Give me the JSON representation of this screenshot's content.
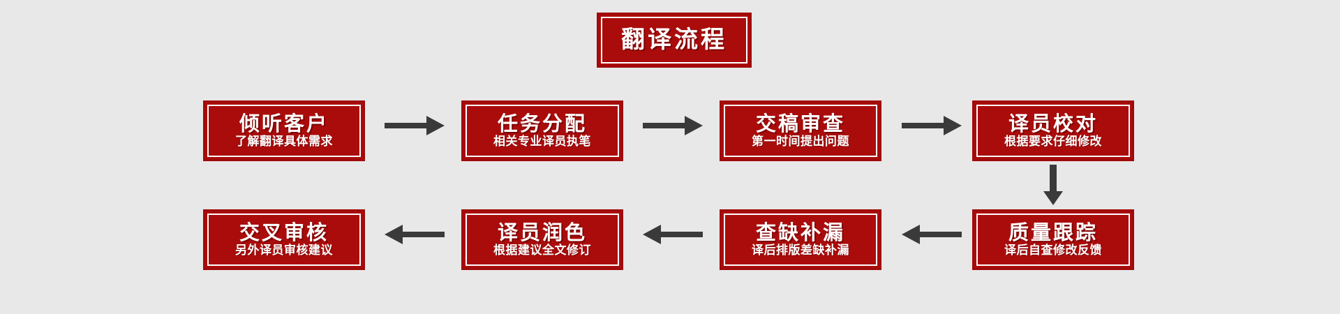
{
  "page": {
    "background_color": "#e8e8e8",
    "box_fill_color": "#aa0c0c",
    "box_border_color": "#a00a0a",
    "box_inner_border_color": "#ffffff",
    "text_color": "#ffffff",
    "arrow_color": "#3a3a3a"
  },
  "header": {
    "title": "翻译流程"
  },
  "flow": {
    "top_row": [
      {
        "id": "listen-to-client",
        "title": "倾听客户",
        "subtitle": "了解翻译具体需求"
      },
      {
        "id": "task-assignment",
        "title": "任务分配",
        "subtitle": "相关专业译员执笔"
      },
      {
        "id": "submission-review",
        "title": "交稿审查",
        "subtitle": "第一时间提出问题"
      },
      {
        "id": "translator-proofreading",
        "title": "译员校对",
        "subtitle": "根据要求仔细修改"
      }
    ],
    "bottom_row": [
      {
        "id": "cross-review",
        "title": "交叉审核",
        "subtitle": "另外译员审核建议"
      },
      {
        "id": "translator-polishing",
        "title": "译员润色",
        "subtitle": "根据建议全文修订"
      },
      {
        "id": "gap-filling",
        "title": "查缺补漏",
        "subtitle": "译后排版差缺补漏"
      },
      {
        "id": "quality-tracking",
        "title": "质量跟踪",
        "subtitle": "译后自查修改反馈"
      }
    ],
    "connectors": [
      {
        "id": "arrow-top-1",
        "direction": "right",
        "from": "listen-to-client",
        "to": "task-assignment"
      },
      {
        "id": "arrow-top-2",
        "direction": "right",
        "from": "task-assignment",
        "to": "submission-review"
      },
      {
        "id": "arrow-top-3",
        "direction": "right",
        "from": "submission-review",
        "to": "translator-proofreading"
      },
      {
        "id": "arrow-down",
        "direction": "down",
        "from": "translator-proofreading",
        "to": "quality-tracking"
      },
      {
        "id": "arrow-bottom-1",
        "direction": "left",
        "from": "quality-tracking",
        "to": "gap-filling"
      },
      {
        "id": "arrow-bottom-2",
        "direction": "left",
        "from": "gap-filling",
        "to": "translator-polishing"
      },
      {
        "id": "arrow-bottom-3",
        "direction": "left",
        "from": "translator-polishing",
        "to": "cross-review"
      }
    ]
  }
}
